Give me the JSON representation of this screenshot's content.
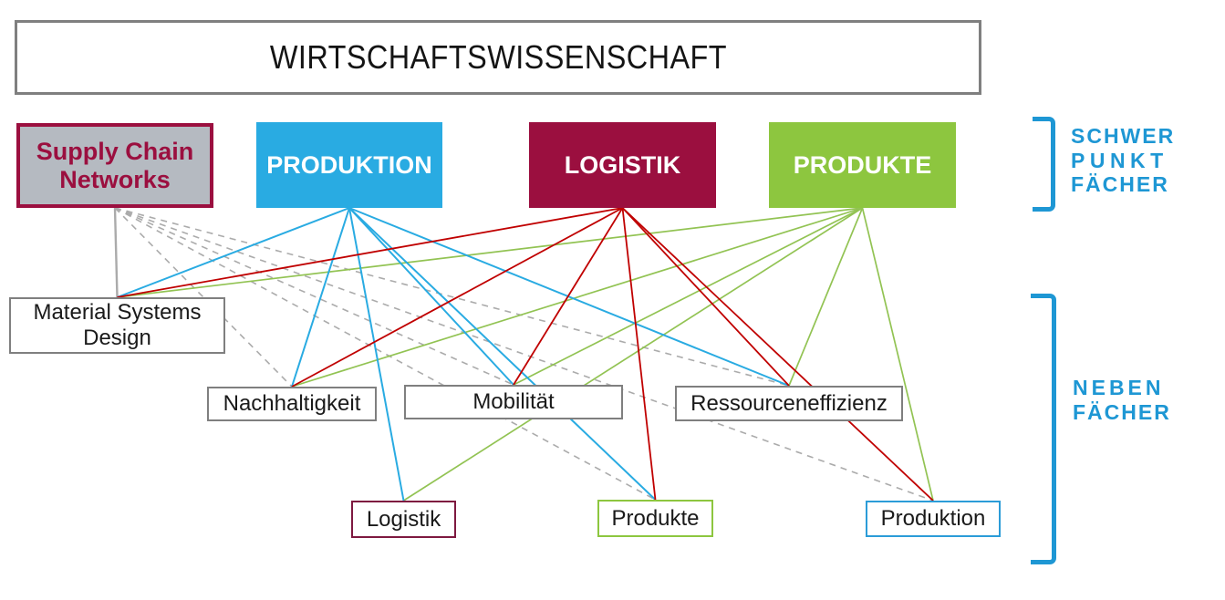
{
  "title": "WIRTSCHAFTSWISSENSCHAFT",
  "colors": {
    "accent_blue": "#1E97D4",
    "title_border": "#7F7F7F",
    "minor_border": "#7F7F7F",
    "line_gray": "#ABABAB",
    "line_cyan": "#29ABE2",
    "line_red": "#C00000",
    "line_green": "#92C353"
  },
  "majors": [
    {
      "id": "scn",
      "lines": [
        "Supply Chain",
        "Networks"
      ],
      "bg": "#B5BAC1",
      "fg": "#9B0F3F",
      "border_color": "#9B0F3F",
      "border_width": 4
    },
    {
      "id": "produktion",
      "label": "PRODUKTION",
      "bg": "#29ABE2",
      "fg": "#FFFFFF"
    },
    {
      "id": "logistik",
      "label": "LOGISTIK",
      "bg": "#9B0F3F",
      "fg": "#FFFFFF"
    },
    {
      "id": "produkte",
      "label": "PRODUKTE",
      "bg": "#8DC63F",
      "fg": "#FFFFFF"
    }
  ],
  "minors": [
    {
      "id": "msd",
      "lines": [
        "Material Systems",
        "Design"
      ],
      "border_color": "#7F7F7F",
      "border_width": 2
    },
    {
      "id": "nachhaltigkeit",
      "label": "Nachhaltigkeit",
      "border_color": "#7F7F7F",
      "border_width": 2
    },
    {
      "id": "mobilitaet",
      "label": "Mobilität",
      "border_color": "#7F7F7F",
      "border_width": 2
    },
    {
      "id": "ressourceneffizienz",
      "label": "Ressourceneffizienz",
      "border_color": "#7F7F7F",
      "border_width": 2
    },
    {
      "id": "logistik_minor",
      "label": "Logistik",
      "border_color": "#7E1940",
      "border_width": 2
    },
    {
      "id": "produkte_minor",
      "label": "Produkte",
      "border_color": "#8DC63F",
      "border_width": 2
    },
    {
      "id": "produktion_minor",
      "label": "Produktion",
      "border_color": "#2B9CD8",
      "border_width": 2
    }
  ],
  "side_labels": {
    "schwerpunkt": [
      "SCHWER",
      "PUNKT",
      "FÄCHER"
    ],
    "neben": [
      "NEBEN",
      "FÄCHER"
    ]
  },
  "connections": [
    {
      "from": "scn",
      "to": "msd",
      "stroke": "gray",
      "style": "solid"
    },
    {
      "from": "scn",
      "to": "nachhaltigkeit",
      "stroke": "gray",
      "style": "dashed"
    },
    {
      "from": "scn",
      "to": "mobilitaet",
      "stroke": "gray",
      "style": "dashed"
    },
    {
      "from": "scn",
      "to": "ressourceneffizienz",
      "stroke": "gray",
      "style": "dashed"
    },
    {
      "from": "scn",
      "to": "produkte_minor",
      "stroke": "gray",
      "style": "dashed"
    },
    {
      "from": "scn",
      "to": "produktion_minor",
      "stroke": "gray",
      "style": "dashed"
    },
    {
      "from": "produkte",
      "to": "msd",
      "stroke": "green",
      "style": "solid"
    },
    {
      "from": "produkte",
      "to": "nachhaltigkeit",
      "stroke": "green",
      "style": "solid"
    },
    {
      "from": "produkte",
      "to": "mobilitaet",
      "stroke": "green",
      "style": "solid"
    },
    {
      "from": "produkte",
      "to": "ressourceneffizienz",
      "stroke": "green",
      "style": "solid"
    },
    {
      "from": "produkte",
      "to": "logistik_minor",
      "stroke": "green",
      "style": "solid"
    },
    {
      "from": "produkte",
      "to": "produktion_minor",
      "stroke": "green",
      "style": "solid"
    },
    {
      "from": "produktion",
      "to": "msd",
      "stroke": "cyan",
      "style": "solid"
    },
    {
      "from": "produktion",
      "to": "nachhaltigkeit",
      "stroke": "cyan",
      "style": "solid"
    },
    {
      "from": "produktion",
      "to": "mobilitaet",
      "stroke": "cyan",
      "style": "solid"
    },
    {
      "from": "produktion",
      "to": "ressourceneffizienz",
      "stroke": "cyan",
      "style": "solid"
    },
    {
      "from": "produktion",
      "to": "logistik_minor",
      "stroke": "cyan",
      "style": "solid"
    },
    {
      "from": "produktion",
      "to": "produkte_minor",
      "stroke": "cyan",
      "style": "solid"
    },
    {
      "from": "logistik",
      "to": "msd",
      "stroke": "red",
      "style": "solid"
    },
    {
      "from": "logistik",
      "to": "nachhaltigkeit",
      "stroke": "red",
      "style": "solid"
    },
    {
      "from": "logistik",
      "to": "mobilitaet",
      "stroke": "red",
      "style": "solid"
    },
    {
      "from": "logistik",
      "to": "ressourceneffizienz",
      "stroke": "red",
      "style": "solid"
    },
    {
      "from": "logistik",
      "to": "produkte_minor",
      "stroke": "red",
      "style": "solid"
    },
    {
      "from": "logistik",
      "to": "produktion_minor",
      "stroke": "red",
      "style": "solid"
    }
  ]
}
